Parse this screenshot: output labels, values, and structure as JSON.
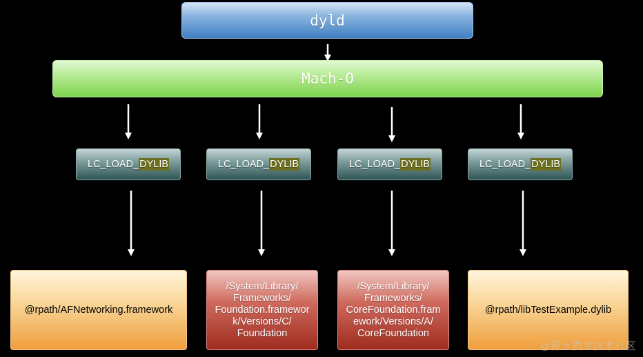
{
  "top": {
    "label": "dyld"
  },
  "macho": {
    "label": "Mach-O"
  },
  "load_commands": [
    {
      "prefix": "LC_LOAD_",
      "highlight": "DYLIB"
    },
    {
      "prefix": "LC_LOAD_",
      "highlight": "DYLIB"
    },
    {
      "prefix": "LC_LOAD_",
      "highlight": "DYLIB"
    },
    {
      "prefix": "LC_LOAD_",
      "highlight": "DYLIB"
    }
  ],
  "libraries": [
    {
      "path": "@rpath/AFNetworking.framework",
      "style": "orange"
    },
    {
      "path": "/System/Library/\nFrameworks/\nFoundation.framewor\nk/Versions/C/\nFoundation",
      "style": "red"
    },
    {
      "path": "/System/Library/\nFrameworks/\nCoreFoundation.fram\nework/Versions/A/\nCoreFoundation",
      "style": "red"
    },
    {
      "path": "@rpath/libTestExample.dylib",
      "style": "orange"
    }
  ],
  "colors": {
    "background": "#000000",
    "dyld_accent": "#3f7fc3",
    "macho_accent": "#7ed44e",
    "lc_accent": "#2f5454",
    "lib_orange": "#ef9e3c",
    "lib_red": "#9f2b1e",
    "highlight": "#6b6f1f"
  },
  "watermark": "@稀土掘金技术社区"
}
